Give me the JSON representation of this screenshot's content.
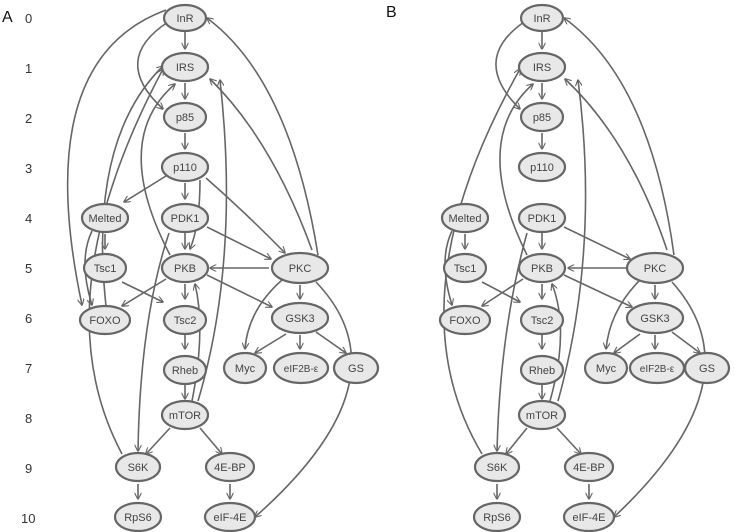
{
  "panels": [
    {
      "label": "A"
    },
    {
      "label": "B"
    }
  ],
  "levels": [
    "0",
    "1",
    "2",
    "3",
    "4",
    "5",
    "6",
    "7",
    "8",
    "9",
    "10"
  ],
  "nodes": {
    "InR": "InR",
    "IRS": "IRS",
    "p85": "p85",
    "p110": "p110",
    "Melted": "Melted",
    "PDK1": "PDK1",
    "Tsc1": "Tsc1",
    "PKB": "PKB",
    "PKC": "PKC",
    "FOXO": "FOXO",
    "Tsc2": "Tsc2",
    "GSK3": "GSK3",
    "Rheb": "Rheb",
    "Myc": "Myc",
    "eIF2B": "eIF2B-ε",
    "GS": "GS",
    "mTOR": "mTOR",
    "S6K": "S6K",
    "4EBP": "4E-BP",
    "RpS6": "RpS6",
    "eIF4E": "eIF-4E"
  },
  "colors": {
    "node_fill": "#e8e8e8",
    "stroke": "#666666"
  }
}
